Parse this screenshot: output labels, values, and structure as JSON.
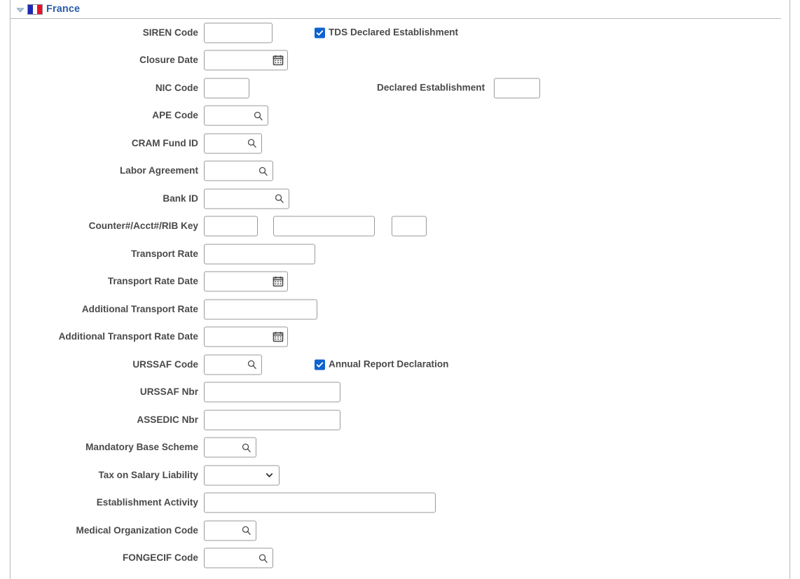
{
  "section": {
    "title": "France",
    "collapse_icon": "collapse-triangle-icon",
    "flag_icon": "france-flag-icon",
    "flag_colors": [
      "#1b28b8",
      "#ffffff",
      "#e8112d"
    ],
    "title_color": "#2a5caa"
  },
  "theme": {
    "label_color": "#4a4a4a",
    "field_border": "#9a9a9a",
    "checkbox_accent": "#0f62d0",
    "rule_color": "#b9b9b9"
  },
  "fields": {
    "siren_code": {
      "label": "SIREN Code",
      "value": "",
      "placeholder": ""
    },
    "closure_date": {
      "label": "Closure Date",
      "value": "",
      "placeholder": "",
      "icon": "calendar-icon"
    },
    "nic_code": {
      "label": "NIC Code",
      "value": "",
      "placeholder": ""
    },
    "ape_code": {
      "label": "APE Code",
      "value": "",
      "placeholder": "",
      "icon": "search-icon"
    },
    "cram_fund_id": {
      "label": "CRAM Fund ID",
      "value": "",
      "placeholder": "",
      "icon": "search-icon"
    },
    "labor_agreement": {
      "label": "Labor Agreement",
      "value": "",
      "placeholder": "",
      "icon": "search-icon"
    },
    "bank_id": {
      "label": "Bank ID",
      "value": "",
      "placeholder": "",
      "icon": "search-icon"
    },
    "rib_key": {
      "label": "Counter#/Acct#/RIB Key",
      "counter_value": "",
      "account_value": "",
      "rib_value": ""
    },
    "transport_rate": {
      "label": "Transport Rate",
      "value": "",
      "placeholder": ""
    },
    "transport_rate_date": {
      "label": "Transport Rate Date",
      "value": "",
      "placeholder": "",
      "icon": "calendar-icon"
    },
    "addl_transport_rate": {
      "label": "Additional Transport Rate",
      "value": "",
      "placeholder": ""
    },
    "addl_transport_date": {
      "label": "Additional Transport Rate Date",
      "value": "",
      "placeholder": "",
      "icon": "calendar-icon"
    },
    "urssaf_code": {
      "label": "URSSAF Code",
      "value": "",
      "placeholder": "",
      "icon": "search-icon"
    },
    "urssaf_nbr": {
      "label": "URSSAF Nbr",
      "value": "",
      "placeholder": ""
    },
    "assedic_nbr": {
      "label": "ASSEDIC Nbr",
      "value": "",
      "placeholder": ""
    },
    "mandatory_base_scheme": {
      "label": "Mandatory Base Scheme",
      "value": "",
      "placeholder": "",
      "icon": "search-icon"
    },
    "tax_on_salary": {
      "label": "Tax on Salary Liability",
      "value": "",
      "icon": "chevron-down-icon",
      "options": [
        ""
      ]
    },
    "establishment_activity": {
      "label": "Establishment Activity",
      "value": "",
      "placeholder": ""
    },
    "medical_org_code": {
      "label": "Medical Organization Code",
      "value": "",
      "placeholder": "",
      "icon": "search-icon"
    },
    "fongecif_code": {
      "label": "FONGECIF Code",
      "value": "",
      "placeholder": "",
      "icon": "search-icon"
    }
  },
  "right_column": {
    "tds_declared_establishment": {
      "label": "TDS Declared Establishment",
      "checked": true
    },
    "declared_establishment": {
      "label": "Declared Establishment",
      "value": "",
      "placeholder": ""
    },
    "annual_report_declaration": {
      "label": "Annual Report Declaration",
      "checked": true
    }
  }
}
